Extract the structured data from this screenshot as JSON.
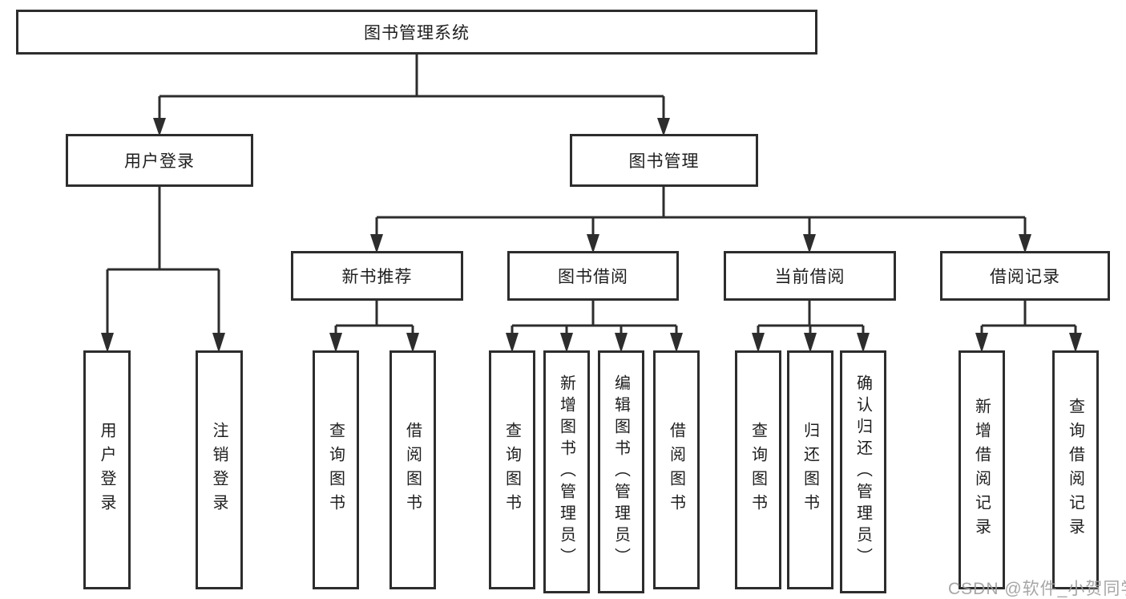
{
  "root": {
    "label": "图书管理系统"
  },
  "branches": [
    {
      "label": "用户登录",
      "children": [
        {
          "label": "用户登录"
        },
        {
          "label": "注销登录"
        }
      ]
    },
    {
      "label": "图书管理",
      "groups": [
        {
          "label": "新书推荐",
          "children": [
            {
              "label": "查询图书"
            },
            {
              "label": "借阅图书"
            }
          ]
        },
        {
          "label": "图书借阅",
          "children": [
            {
              "label": "查询图书"
            },
            {
              "label": "新增图书（管理员）"
            },
            {
              "label": "编辑图书（管理员）"
            },
            {
              "label": "借阅图书"
            }
          ]
        },
        {
          "label": "当前借阅",
          "children": [
            {
              "label": "查询图书"
            },
            {
              "label": "归还图书"
            },
            {
              "label": "确认归还（管理员）"
            }
          ]
        },
        {
          "label": "借阅记录",
          "children": [
            {
              "label": "新增借阅记录"
            },
            {
              "label": "查询借阅记录"
            }
          ]
        }
      ]
    }
  ],
  "watermark": "CSDN @软件_小贺同学",
  "colors": {
    "line": "#2d2d2d",
    "box_border": "#2d2d2d",
    "text": "#1e1e1e",
    "watermark": "#9e9e9e",
    "background": "#ffffff"
  }
}
